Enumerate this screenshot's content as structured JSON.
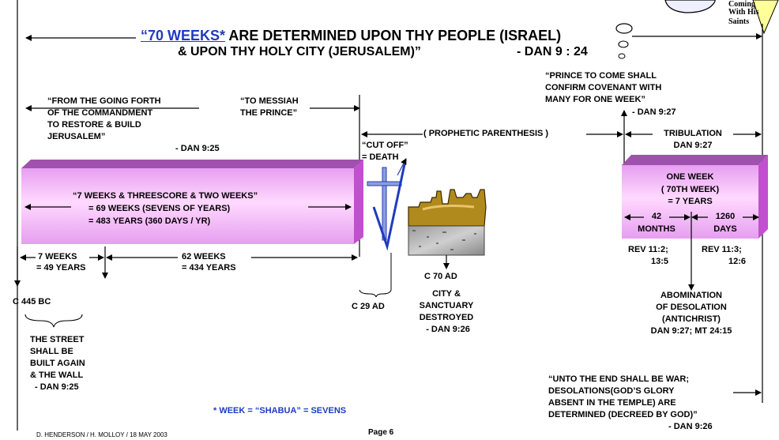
{
  "bubble": {
    "line1": "Coming",
    "line2": "With His",
    "line3": "Saints"
  },
  "title": {
    "line1_highlight": "“70 WEEKS*",
    "line1_rest": " ARE DETERMINED UPON THY PEOPLE (ISRAEL)",
    "line2": "& UPON THY HOLY CITY (JERUSALEM)”",
    "line2_ref": "- DAN 9 : 24"
  },
  "commandment": {
    "lines": [
      "“FROM THE GOING FORTH",
      "OF THE COMMANDMENT",
      "TO RESTORE & BUILD",
      "JERUSALEM”"
    ],
    "ref": "- DAN 9:25"
  },
  "messiah": {
    "lines": [
      "“TO MESSIAH",
      "THE PRINCE”"
    ]
  },
  "cut_off": {
    "line1": "“CUT OFF”",
    "line2": "= DEATH"
  },
  "parenthesis": {
    "label": "( PROPHETIC  PARENTHESIS )"
  },
  "prince_covenant": {
    "lines": [
      "“PRINCE TO COME SHALL",
      "CONFIRM COVENANT WITH",
      "MANY FOR ONE WEEK”"
    ],
    "ref": "- DAN 9:27"
  },
  "tribulation": {
    "label": "TRIBULATION",
    "ref": "DAN 9:27"
  },
  "left_box": {
    "line1": "“7 WEEKS & THREESCORE & TWO WEEKS”",
    "line2": "= 69 WEEKS (SEVENS OF YEARS)",
    "line3": "= 483 YEARS (360 DAYS / YR)"
  },
  "right_box": {
    "line1": "ONE  WEEK",
    "line2": "( 70TH WEEK)",
    "line3": "= 7 YEARS",
    "months_num": "42",
    "months_label": "MONTHS",
    "days_num": "1260",
    "days_label": "DAYS"
  },
  "seven_weeks": {
    "line1": "7 WEEKS",
    "line2": "= 49 YEARS"
  },
  "sixtytwo_weeks": {
    "line1": "62 WEEKS",
    "line2": "= 434 YEARS"
  },
  "date_445": "C 445 BC",
  "date_29": "C 29 AD",
  "date_70": "C 70 AD",
  "city": {
    "lines": [
      "CITY &",
      "SANCTUARY",
      "DESTROYED"
    ],
    "ref": "- DAN 9:26"
  },
  "rev_left": {
    "line1": "REV 11:2;",
    "line2": "13:5"
  },
  "rev_right": {
    "line1": "REV 11:3;",
    "line2": "12:6"
  },
  "abomination": {
    "lines": [
      "ABOMINATION",
      "OF DESOLATION",
      "(ANTICHRIST)",
      "DAN 9:27; MT 24:15"
    ]
  },
  "street": {
    "lines": [
      "THE STREET",
      "SHALL BE",
      "BUILT AGAIN",
      "& THE WALL"
    ],
    "ref": "- DAN 9:25"
  },
  "footnote": "* WEEK = “SHABUA” = SEVENS",
  "end_war": {
    "lines": [
      "“UNTO THE END SHALL BE WAR;",
      "DESOLATIONS(GOD’S GLORY",
      "ABSENT IN THE TEMPLE) ARE",
      "DETERMINED (DECREED BY GOD)”"
    ],
    "ref": "- DAN 9:26"
  },
  "author": "D. HENDERSON / H. MOLLOY / 18 MAY 2003",
  "page": "Page 6",
  "colors": {
    "box_light": "#ffd9ff",
    "box_mid": "#e9a3ee",
    "box_top": "#9a4fa8",
    "box_side": "#b84cc5",
    "blue": "#1f3bbf"
  }
}
